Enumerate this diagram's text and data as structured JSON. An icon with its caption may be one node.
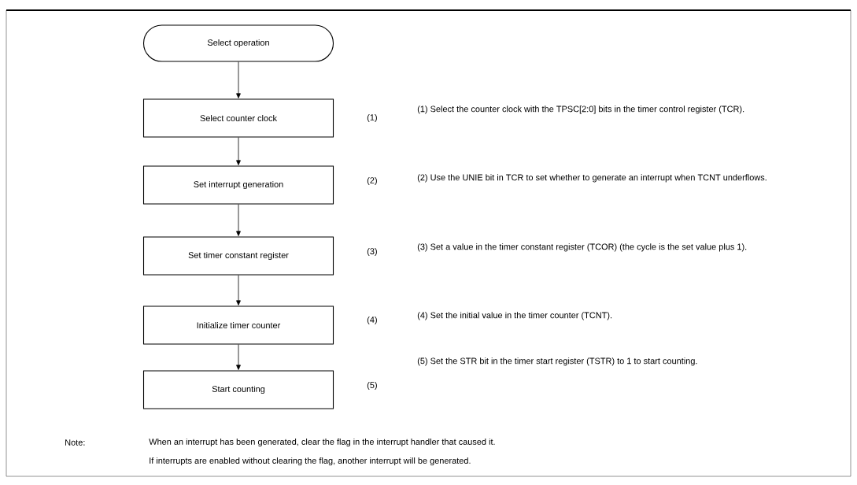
{
  "diagram": {
    "nodes": [
      {
        "text": [
          "Select operation"
        ]
      },
      {
        "text": [
          "Select counter clock"
        ],
        "beside": [
          "(1)"
        ]
      },
      {
        "text": [
          "Set interrupt generation"
        ],
        "beside": [
          "(2)"
        ]
      },
      {
        "text": [
          "Set timer constant register"
        ],
        "beside": [
          "(3)"
        ]
      },
      {
        "text": [
          "Initialize timer counter"
        ],
        "beside": [
          "(4)"
        ]
      },
      {
        "text": [
          "Start counting"
        ],
        "beside": [
          "(5)"
        ]
      }
    ],
    "edges": [
      {
        "from": 0,
        "to": 1,
        "arrow": "to"
      },
      {
        "from": 1,
        "to": 2,
        "arrow": "to"
      },
      {
        "from": 2,
        "to": 3,
        "arrow": "to"
      },
      {
        "from": 3,
        "to": 4,
        "arrow": "to"
      },
      {
        "from": 4,
        "to": 5,
        "arrow": "to"
      }
    ],
    "labels": [
      "(1) Select the counter clock with the TPSC[2:0] bits in the timer control register (TCR).",
      "(2) Use the UNIE bit in TCR to set whether to generate an interrupt when TCNT underflows.",
      "(3) Set a value in the timer constant register (TCOR) (the cycle is the set value plus 1).",
      "(4) Set the initial value in the timer counter (TCNT).",
      "(5) Set the STR bit in the timer start register (TSTR) to 1 to start counting.",
      "Note:",
      "When an interrupt has been generated, clear the flag in the interrupt handler that caused it.",
      "If interrupts are enabled without clearing the flag, another interrupt will be generated."
    ]
  }
}
